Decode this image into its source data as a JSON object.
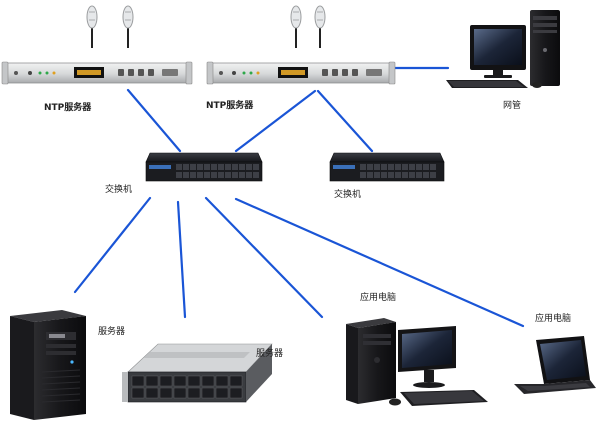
{
  "labels": {
    "ntp_server_1": "NTP服务器",
    "ntp_server_2": "NTP服务器",
    "switch_1": "交换机",
    "switch_2": "交换机",
    "network_mgmt": "网管",
    "server_tower": "服务器",
    "server_rack": "服务器",
    "app_pc_desktop": "应用电脑",
    "app_pc_laptop": "应用电脑"
  },
  "colors": {
    "link": "#1a55d6",
    "device_dark": "#1c1c1e",
    "device_silver": "#d9dbdc",
    "display_amber": "#f3b12a"
  }
}
